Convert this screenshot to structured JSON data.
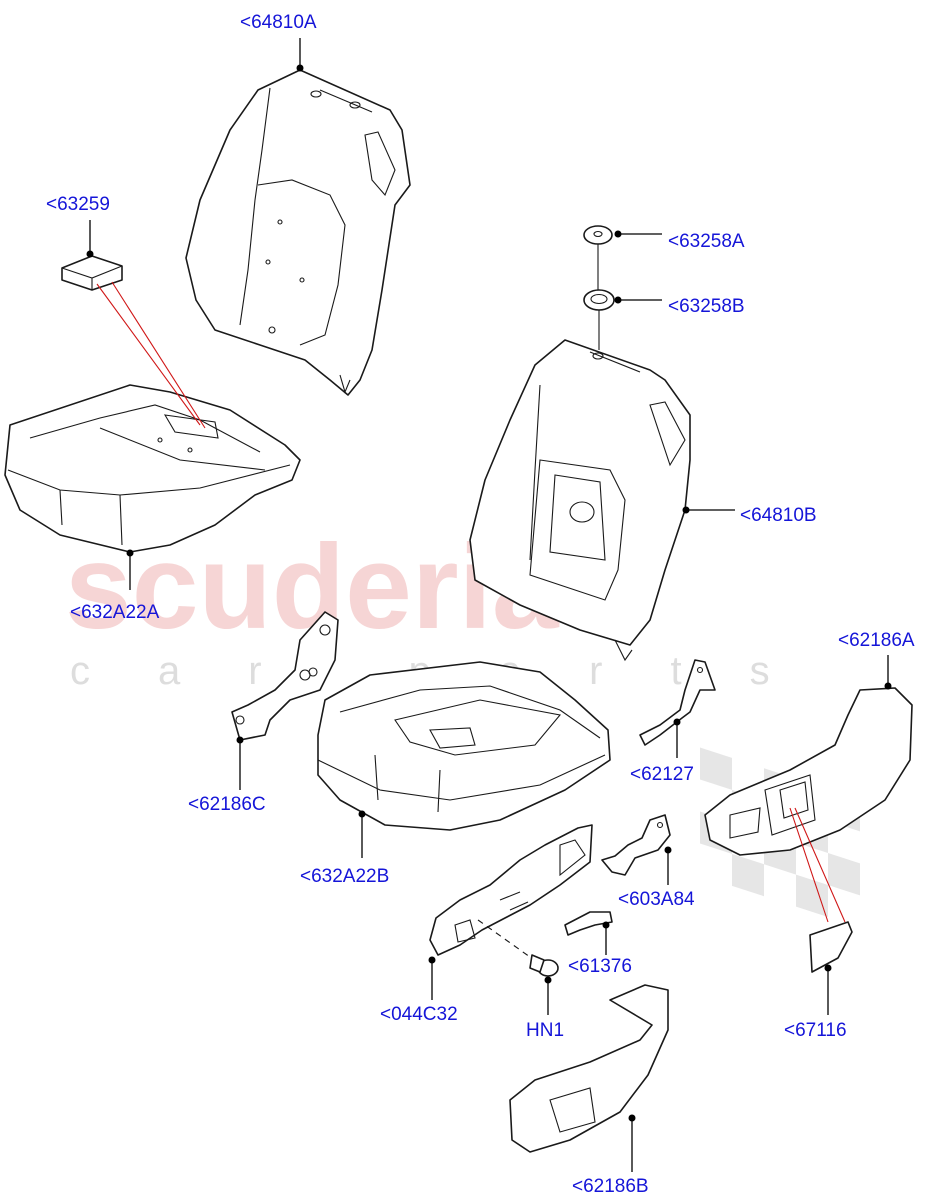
{
  "watermark": {
    "brand": "scuderia",
    "tagline": "car parts",
    "brand_color": "#e05050"
  },
  "callouts": [
    {
      "id": "c1",
      "label": "<64810A"
    },
    {
      "id": "c2",
      "label": "<63259"
    },
    {
      "id": "c3",
      "label": "<63258A"
    },
    {
      "id": "c4",
      "label": "<63258B"
    },
    {
      "id": "c5",
      "label": "<64810B"
    },
    {
      "id": "c6",
      "label": "<632A22A"
    },
    {
      "id": "c7",
      "label": "<62186A"
    },
    {
      "id": "c8",
      "label": "<62186C"
    },
    {
      "id": "c9",
      "label": "<62127"
    },
    {
      "id": "c10",
      "label": "<632A22B"
    },
    {
      "id": "c11",
      "label": "<603A84"
    },
    {
      "id": "c12",
      "label": "<61376"
    },
    {
      "id": "c13",
      "label": "<044C32"
    },
    {
      "id": "c14",
      "label": "HN1"
    },
    {
      "id": "c15",
      "label": "<67116"
    },
    {
      "id": "c16",
      "label": "<62186B"
    }
  ],
  "colors": {
    "callout_text": "#1515d8",
    "leader_line": "#000000",
    "reference_line": "#d01818",
    "part_outline": "#1a1a1a"
  }
}
